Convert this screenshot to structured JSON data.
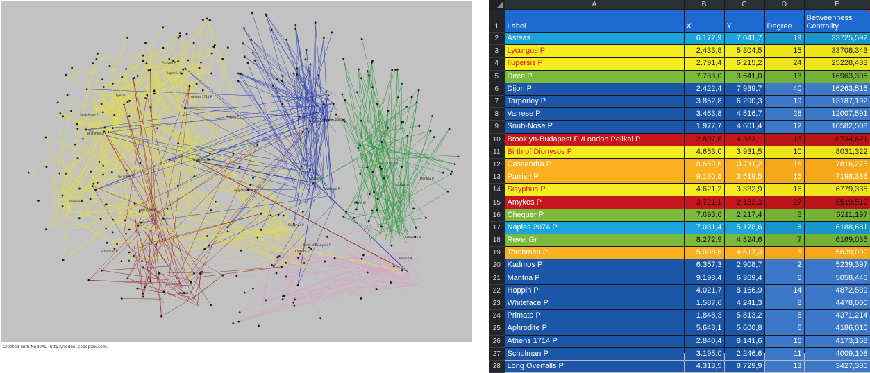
{
  "graph": {
    "credit": "Created with NodeXL (http://nodexl.codeplex.com)",
    "background": "#c2c2c2",
    "edge_colors": {
      "yellow": "#e8e033",
      "blue": "#2a3fb0",
      "green": "#2f9a3c",
      "red": "#9a2a2a",
      "pink": "#d9a0c8"
    },
    "labels": [
      "Asteas",
      "Lycurgus P",
      "Ilupersis P",
      "Dirce P",
      "Dijon P",
      "Tarporley P",
      "Varrese P",
      "Snub-Nose P",
      "Birth of Dionysos P",
      "Cassandra P",
      "Parrish P",
      "Sisyphus P",
      "Chequer P",
      "Naples 2074 P",
      "Torchmen P",
      "Long Overfalls P",
      "Athens 1714 P",
      "Primato P",
      "Hoppin P",
      "Kadmos P",
      "Revel Gr",
      "Schulman P",
      "Whiteface P",
      "Manfria P",
      "Amykos P",
      "Aphrodite P",
      "Naples 2585 P"
    ]
  },
  "sheet": {
    "columns": [
      "A",
      "B",
      "C",
      "D",
      "E"
    ],
    "headers": {
      "row": "1",
      "label": "Label",
      "x": "X",
      "y": "Y",
      "degree": "Degree",
      "betweenness": "Betweenness Centrality"
    },
    "rows": [
      {
        "n": "2",
        "label": "Asteas",
        "x": "6.172,9",
        "y": "7.041,7",
        "degree": "19",
        "bc": "33725,592",
        "color": "cyan"
      },
      {
        "n": "3",
        "label": "Lycurgus P",
        "x": "2.433,8",
        "y": "5.304,5",
        "degree": "15",
        "bc": "33708,343",
        "color": "yellow"
      },
      {
        "n": "4",
        "label": " Ilupersis P",
        "x": "2.791,4",
        "y": "6.215,2",
        "degree": "24",
        "bc": "25228,433",
        "color": "yellow"
      },
      {
        "n": "5",
        "label": "Dirce P",
        "x": "7.733,0",
        "y": "3.641,0",
        "degree": "13",
        "bc": "16963,305",
        "color": "green"
      },
      {
        "n": "6",
        "label": "Dijon P",
        "x": "2.422,4",
        "y": "7.939,7",
        "degree": "40",
        "bc": "16263,515",
        "color": "blue"
      },
      {
        "n": "7",
        "label": "Tarporley P",
        "x": "3.852,8",
        "y": "6.290,3",
        "degree": "19",
        "bc": "13187,192",
        "color": "blue"
      },
      {
        "n": "8",
        "label": "Varrese P",
        "x": "3.463,8",
        "y": "4.516,7",
        "degree": "28",
        "bc": "12007,591",
        "color": "blue"
      },
      {
        "n": "9",
        "label": "Snub-Nose P",
        "x": "1.977,7",
        "y": "4.601,4",
        "degree": "12",
        "bc": "10582,508",
        "color": "blue"
      },
      {
        "n": "10",
        "label": "Brooklyn-Budapest P /London Pelikai P",
        "x": "2.807,6",
        "y": "4.383,1",
        "degree": "13",
        "bc": "8734,621",
        "color": "red"
      },
      {
        "n": "11",
        "label": "Birth of Dionysos P",
        "x": "4.653,0",
        "y": "3.931,5",
        "degree": "10",
        "bc": "8031,322",
        "color": "yellow"
      },
      {
        "n": "12",
        "label": "Cassandra P",
        "x": "8.659,6",
        "y": "3.711,2",
        "degree": "16",
        "bc": "7816,278",
        "color": "orange"
      },
      {
        "n": "13",
        "label": "Parrish P",
        "x": "9.130,8",
        "y": "3.519,5",
        "degree": "15",
        "bc": "7198,388",
        "color": "orange"
      },
      {
        "n": "14",
        "label": "Sisyphus P",
        "x": "4.621,2",
        "y": "3.332,9",
        "degree": "16",
        "bc": "6779,335",
        "color": "yellow"
      },
      {
        "n": "15",
        "label": "Amykos P",
        "x": "3.721,1",
        "y": "2.182,3",
        "degree": "27",
        "bc": "6519,519",
        "color": "red"
      },
      {
        "n": "16",
        "label": "Chequer P",
        "x": "7.693,6",
        "y": "2.217,4",
        "degree": "8",
        "bc": "6211,197",
        "color": "green"
      },
      {
        "n": "17",
        "label": "Naples 2074 P",
        "x": "7.031,4",
        "y": "5.178,6",
        "degree": "6",
        "bc": "6188,681",
        "color": "cyan"
      },
      {
        "n": "18",
        "label": "Revel Gr",
        "x": "8.272,9",
        "y": "4.824,6",
        "degree": "7",
        "bc": "6169,035",
        "color": "green"
      },
      {
        "n": "19",
        "label": "Torchmen P",
        "x": "5.008,6",
        "y": "4.617,3",
        "degree": "5",
        "bc": "5639,000",
        "color": "orange"
      },
      {
        "n": "20",
        "label": "Kadmos P",
        "x": "6.357,3",
        "y": "2.908,7",
        "degree": "2",
        "bc": "5239,397",
        "color": "blue"
      },
      {
        "n": "21",
        "label": "Manfria P",
        "x": "9.193,4",
        "y": "6.369,4",
        "degree": "6",
        "bc": "5058,446",
        "color": "blue"
      },
      {
        "n": "22",
        "label": "Hoppin P",
        "x": "4.021,7",
        "y": "8.166,9",
        "degree": "14",
        "bc": "4872,539",
        "color": "blue"
      },
      {
        "n": "23",
        "label": "Whiteface P",
        "x": "1.587,6",
        "y": "4.241,3",
        "degree": "8",
        "bc": "4478,000",
        "color": "blue"
      },
      {
        "n": "24",
        "label": "Primato P",
        "x": "1.848,3",
        "y": "5.813,2",
        "degree": "5",
        "bc": "4371,214",
        "color": "blue"
      },
      {
        "n": "25",
        "label": "Aphrodite P",
        "x": "5.643,1",
        "y": "5.600,8",
        "degree": "6",
        "bc": "4186,010",
        "color": "blue"
      },
      {
        "n": "26",
        "label": "Athens 1714 P",
        "x": "2.840,4",
        "y": "8.141,6",
        "degree": "16",
        "bc": "4173,168",
        "color": "blue"
      },
      {
        "n": "27",
        "label": "Schulman P",
        "x": "3.195,0",
        "y": "2.246,6",
        "degree": "11",
        "bc": "4009,108",
        "color": "blue"
      },
      {
        "n": "28",
        "label": "Long Overfalls P",
        "x": "4.313,5",
        "y": "8.729,9",
        "degree": "13",
        "bc": "3427,380",
        "color": "blue"
      }
    ],
    "palette": {
      "cyan": {
        "bg": "#19a4dc",
        "bg2": "#1795c8",
        "fg": "#ffffff"
      },
      "yellow": {
        "bg": "#f5ed1e",
        "bg2": "#efe51a",
        "fg": "#e8201a",
        "fgnum": "#222222"
      },
      "green": {
        "bg": "#7cba3c",
        "bg2": "#74b236",
        "fg": "#ffffff",
        "fgnum": "#111111"
      },
      "blue": {
        "bg": "#1c56a8",
        "bg2": "#3d78c8",
        "fg": "#ffffff"
      },
      "red": {
        "bg": "#c8171c",
        "bg2": "#ba1419",
        "fg": "#ffffff",
        "fgnum": "#111111"
      },
      "orange": {
        "bg": "#fbb01f",
        "bg2": "#f5a81a",
        "fg": "#ffffff",
        "fgnum": "#ffffff"
      }
    }
  }
}
